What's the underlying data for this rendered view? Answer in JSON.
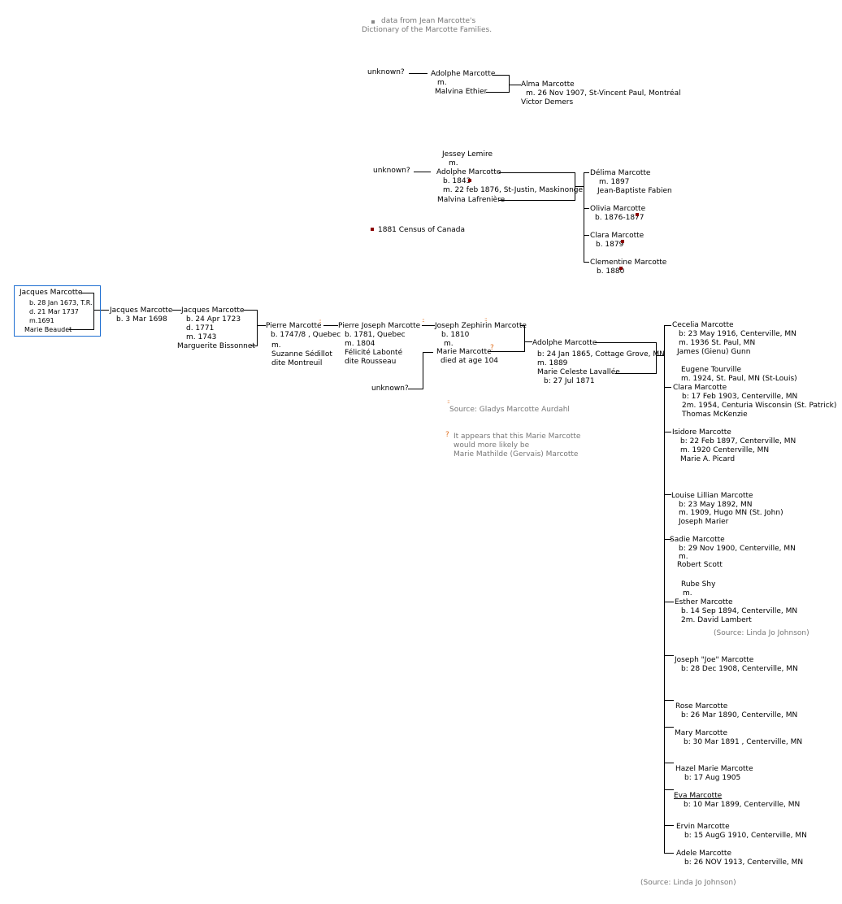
{
  "legend": {
    "jean": [
      "data from Jean Marcotte's",
      "Dictionary of the Marcotte Families."
    ],
    "census": "1881 Census of Canada",
    "source_gladys": "Source:  Gladys Marcotte Aurdahl",
    "note": [
      "It appears that this Marie Marcotte",
      "would more likely be",
      "Marie Mathilde (Gervais) Marcotte"
    ],
    "question_mark": "?",
    "dots_mark": "::"
  },
  "branch_alma": {
    "unknown": "unknown?",
    "father": [
      "Adolphe Marcotte",
      "m.",
      "Malvina Ethier"
    ],
    "child": [
      "Alma Marcotte",
      "m. 26 Nov 1907, St-Vincent Paul, Montréal",
      "Victor Demers"
    ]
  },
  "branch_lemire": {
    "unknown": "unknown?",
    "parents": [
      "Jessey Lemire",
      "m.",
      "Adolphe Marcotte",
      "b. 1843",
      "m. 22 feb 1876, St-Justin, Maskinonge",
      "Malvina Lafrenière"
    ],
    "children": [
      [
        "Délima Marcotte",
        "m. 1897",
        "Jean-Baptiste Fabien"
      ],
      [
        "Olivia Marcotte",
        "b. 1876-1877"
      ],
      [
        "Clara Marcotte",
        "b. 1879"
      ],
      [
        "Clementine Marcotte",
        "b. 1880"
      ]
    ]
  },
  "main_line": {
    "gen1": [
      "Jacques Marcotte",
      "b. 28 Jan 1673, T.R.",
      "d. 21 Mar 1737",
      "m.1691",
      "Marie Beaudet"
    ],
    "gen2": [
      "Jacques Marcotte",
      "b. 3 Mar 1698"
    ],
    "gen3": [
      "Jacques Marcotte",
      "b. 24 Apr 1723",
      "d. 1771",
      "m. 1743",
      "Marguerite Bissonnet"
    ],
    "gen4": [
      "Pierre Marcotte",
      "b. 1747/8  , Quebec",
      "m.",
      "Suzanne Sédillot",
      "dite Montreuil"
    ],
    "gen5": [
      "Pierre Joseph Marcotte",
      "b. 1781, Quebec",
      "m. 1804",
      "Félicité Labonté",
      "dite Rousseau"
    ],
    "gen6": [
      "Joseph Zephirin Marcotte",
      "b. 1810",
      "m.",
      "Marie Marcotte",
      "died at age 104"
    ],
    "gen6_unknown": "unknown?",
    "gen7": [
      "Adolphe Marcotte",
      "b: 24 Jan 1865, Cottage Grove, MN",
      "m. 1889",
      "Marie Celeste Lavallée",
      "b: 27 Jul 1871"
    ]
  },
  "children": [
    [
      "Cecelia Marcotte",
      "b: 23 May 1916, Centerville, MN",
      "m.  1936 St. Paul, MN",
      "James (Gienu) Gunn"
    ],
    [
      "Eugene Tourville",
      "m. 1924, St. Paul, MN  (St-Louis)"
    ],
    [
      "Clara Marcotte",
      "b: 17 Feb 1903, Centerville, MN",
      "2m. 1954, Centuria Wisconsin (St. Patrick)",
      "Thomas McKenzie"
    ],
    [
      "Isidore Marcotte",
      "b: 22 Feb 1897, Centerville, MN",
      "m. 1920 Centerville, MN",
      "Marie A. Picard"
    ],
    [
      "Louise Lillian Marcotte",
      "b: 23 May 1892, MN",
      "m. 1909, Hugo MN (St. John)",
      "Joseph Marier"
    ],
    [
      "Sadie Marcotte",
      "b: 29 Nov 1900, Centerville, MN",
      "m.",
      "Robert Scott"
    ],
    [
      "Rube Shy",
      "m."
    ],
    [
      "Esther Marcotte",
      "b. 14 Sep 1894, Centerville, MN",
      "2m. David Lambert"
    ],
    [
      "Joseph \"Joe\" Marcotte",
      "b: 28 Dec 1908, Centerville, MN"
    ],
    [
      "Rose Marcotte",
      "b: 26 Mar 1890, Centerville, MN"
    ],
    [
      "Mary Marcotte",
      "b: 30 Mar 1891 , Centerville, MN"
    ],
    [
      "Hazel Marie Marcotte",
      "b: 17 Aug 1905"
    ],
    [
      "Eva Marcotte",
      "b: 10 Mar 1899, Centerville, MN"
    ],
    [
      "Ervin Marcotte",
      "b: 15 AugG 1910, Centerville, MN"
    ],
    [
      "Adele Marcotte",
      "b: 26 NOV 1913, Centerville, MN"
    ]
  ],
  "sources": {
    "esther": "(Source: Linda Jo Johnson)",
    "bottom": "(Source: Linda Jo Johnson)"
  },
  "colors": {
    "box_border": "#1f6fd1",
    "census_square": "#8b0000",
    "gladys_marks": "#e07020",
    "gray_text": "#777777"
  }
}
